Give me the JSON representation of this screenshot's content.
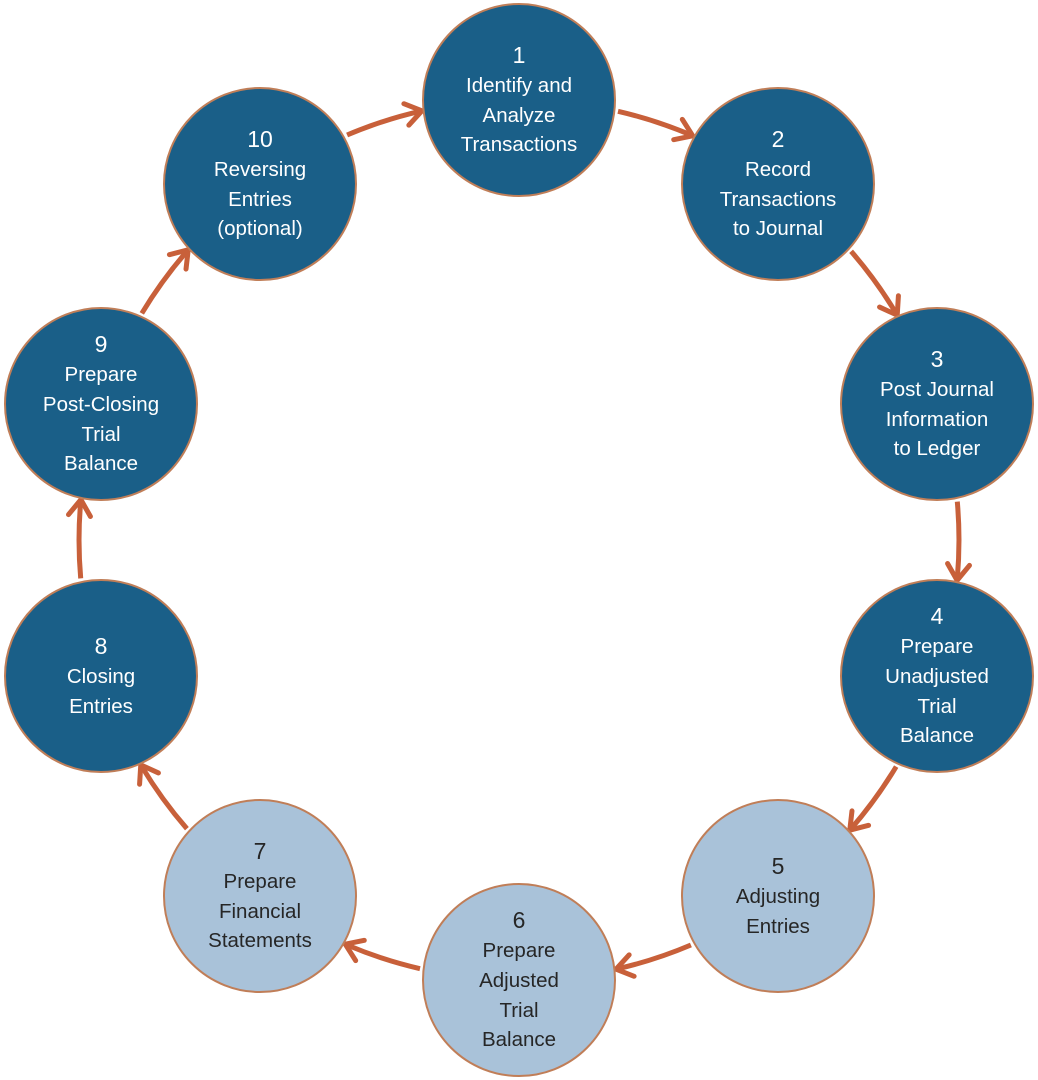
{
  "steps": [
    {
      "number": "1",
      "label": "Identify and\nAnalyze\nTransactions",
      "variant": "dark"
    },
    {
      "number": "2",
      "label": "Record\nTransactions\nto Journal",
      "variant": "dark"
    },
    {
      "number": "3",
      "label": "Post Journal\nInformation\nto Ledger",
      "variant": "dark"
    },
    {
      "number": "4",
      "label": "Prepare\nUnadjusted\nTrial\nBalance",
      "variant": "dark"
    },
    {
      "number": "5",
      "label": "Adjusting\nEntries",
      "variant": "light"
    },
    {
      "number": "6",
      "label": "Prepare\nAdjusted\nTrial\nBalance",
      "variant": "light"
    },
    {
      "number": "7",
      "label": "Prepare\nFinancial\nStatements",
      "variant": "light"
    },
    {
      "number": "8",
      "label": "Closing\nEntries",
      "variant": "dark"
    },
    {
      "number": "9",
      "label": "Prepare\nPost-Closing\nTrial\nBalance",
      "variant": "dark"
    },
    {
      "number": "10",
      "label": "Reversing\nEntries\n(optional)",
      "variant": "dark"
    }
  ],
  "colors": {
    "dark_circle": "#1a5f88",
    "light_circle": "#a9c2d9",
    "circle_border": "#c07e58",
    "arrow": "#c8603a",
    "dark_text": "#ffffff",
    "light_text": "#262626",
    "page_bg": "#ffffff"
  }
}
